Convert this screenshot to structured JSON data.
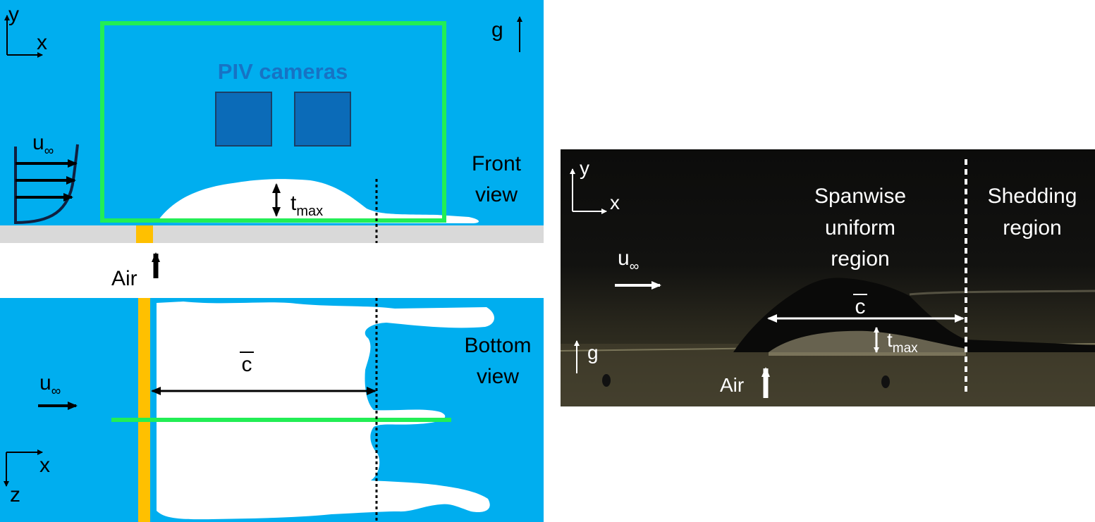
{
  "front_view": {
    "axis_y": "y",
    "axis_x": "x",
    "gravity": "g",
    "cameras_label": "PIV cameras",
    "u_inf": "u",
    "u_inf_sub": "∞",
    "t": "t",
    "t_sub": "max",
    "view_line1": "Front",
    "view_line2": "view"
  },
  "air_label": "Air",
  "bottom_view": {
    "axis_x": "x",
    "axis_z": "z",
    "u_inf": "u",
    "u_inf_sub": "∞",
    "chord": "c",
    "view_line1": "Bottom",
    "view_line2": "view"
  },
  "photo": {
    "axis_y": "y",
    "axis_x": "x",
    "u_inf": "u",
    "u_inf_sub": "∞",
    "gravity": "g",
    "air": "Air",
    "chord": "c",
    "t": "t",
    "t_sub": "max",
    "spanwise_line1": "Spanwise",
    "spanwise_line2": "uniform",
    "spanwise_line3": "region",
    "shedding_line1": "Shedding",
    "shedding_line2": "region"
  },
  "colors": {
    "water": "#00AEEF",
    "frame": "#22EE55",
    "camera": "#0B6BB8",
    "camera_label": "#1773C4",
    "wall": "#D9D9D9",
    "slot": "#FFC000",
    "photo_bg": "#14130f"
  }
}
